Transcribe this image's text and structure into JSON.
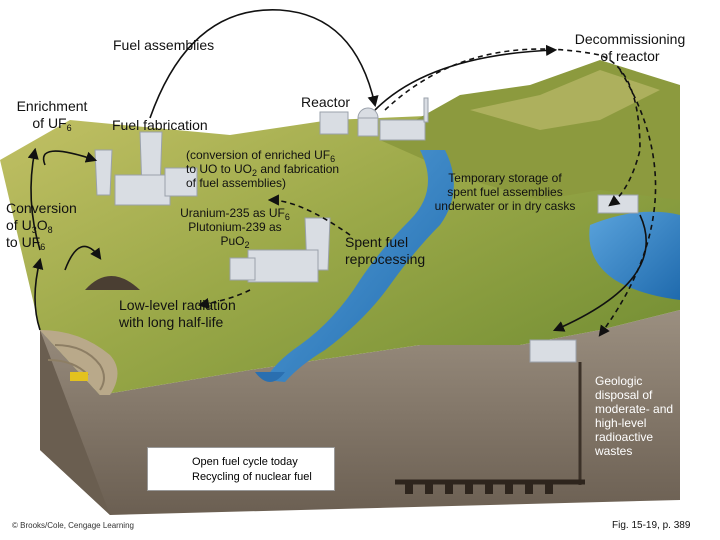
{
  "labels": {
    "fuel_assemblies": "Fuel assemblies",
    "decommissioning": [
      "Decommissioning",
      "of reactor"
    ],
    "enrichment": [
      "Enrichment",
      "of UF",
      "6"
    ],
    "reactor": "Reactor",
    "fuel_fabrication": "Fuel fabrication",
    "conversion_enriched": [
      "(conversion of enriched UF",
      "6",
      "to UO to UO",
      "2",
      " and fabrication",
      "of fuel assemblies)"
    ],
    "temporary_storage": [
      "Temporary storage of",
      "spent fuel assemblies",
      "underwater or in dry casks"
    ],
    "conversion_u3o8": [
      "Conversion",
      "of U",
      "3",
      "O",
      "8",
      "to UF",
      "6"
    ],
    "uranium_plutonium": [
      "Uranium-235 as UF",
      "6",
      "Plutonium-239 as",
      "PuO",
      "2"
    ],
    "spent_fuel": [
      "Spent fuel",
      "reprocessing"
    ],
    "low_level": [
      "Low-level radiation",
      "with long half-life"
    ],
    "geologic": [
      "Geologic",
      "disposal of",
      "moderate- and",
      "high-level",
      "radioactive",
      "wastes"
    ]
  },
  "legend": {
    "open_cycle": "Open fuel cycle today",
    "recycling": "Recycling of nuclear fuel"
  },
  "copyright": "© Brooks/Cole, Cengage Learning",
  "figure_ref": "Fig. 15-19, p. 389",
  "colors": {
    "grass_light": "#b9bd5a",
    "grass_dark": "#6f8a2e",
    "river": "#2f7fc4",
    "soil": "#8a7d6e",
    "soil_dark": "#5e5347",
    "arrow": "#111111"
  }
}
